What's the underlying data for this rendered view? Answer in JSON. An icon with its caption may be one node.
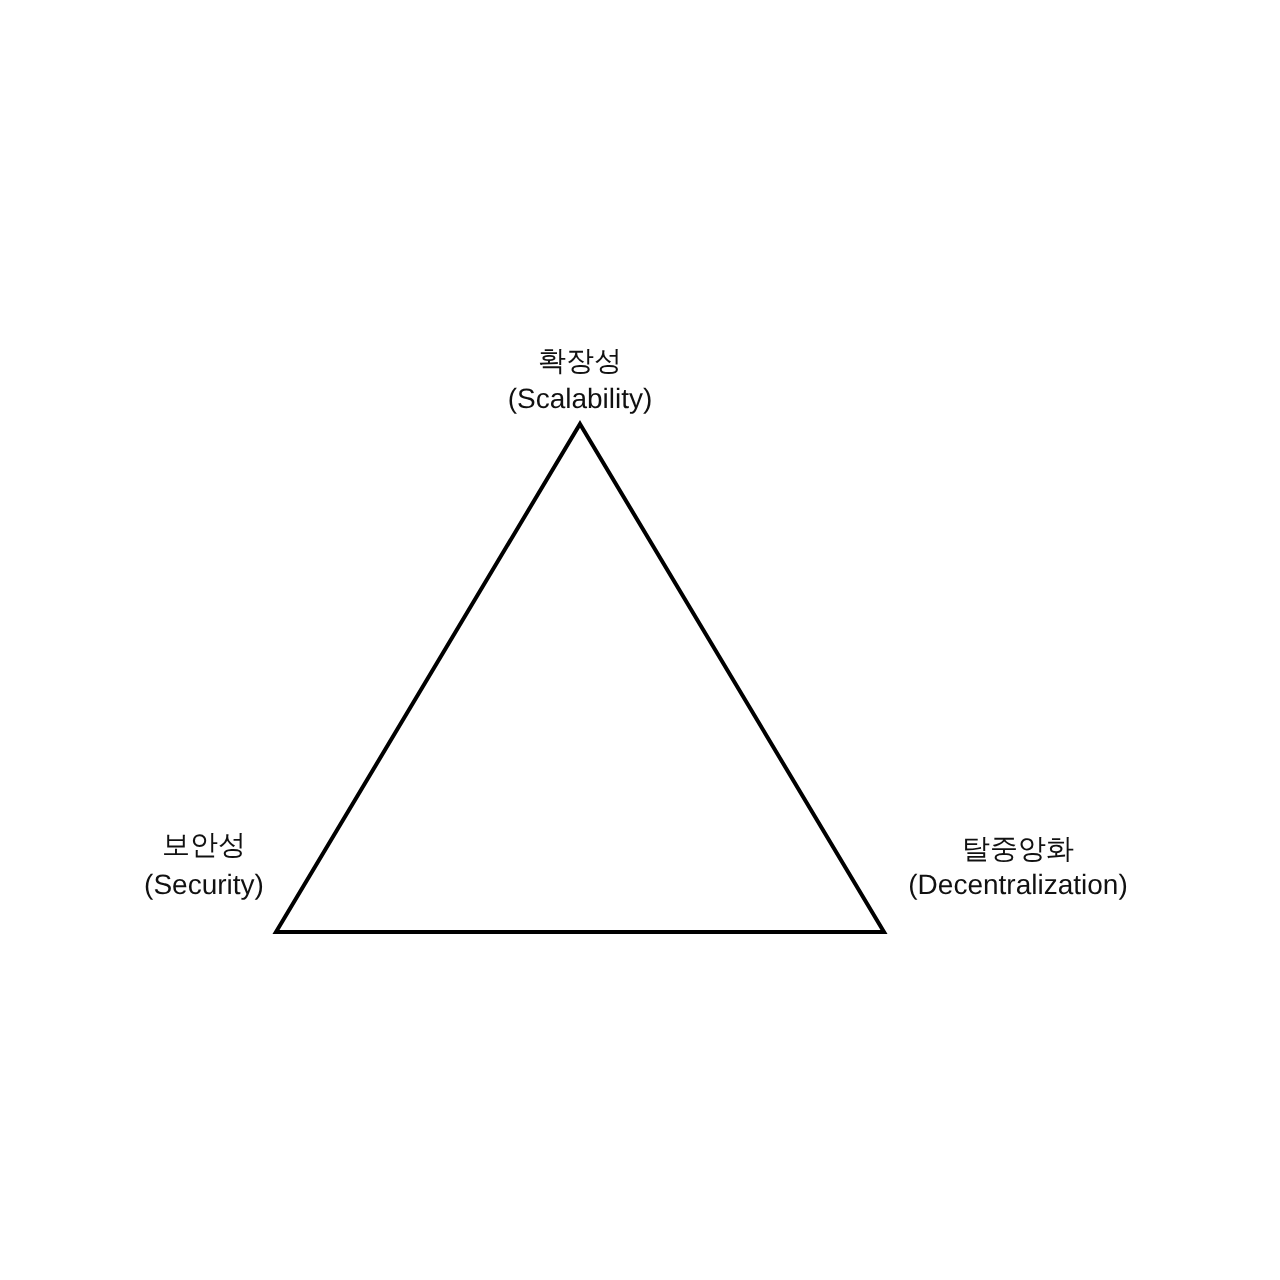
{
  "diagram": {
    "nodes": [
      {
        "text": [],
        "shape": "triangle"
      }
    ],
    "labels": [
      "확장성",
      "(Scalability)",
      "보안성",
      "(Security)",
      "탈중앙화",
      "(Decentralization)"
    ]
  }
}
